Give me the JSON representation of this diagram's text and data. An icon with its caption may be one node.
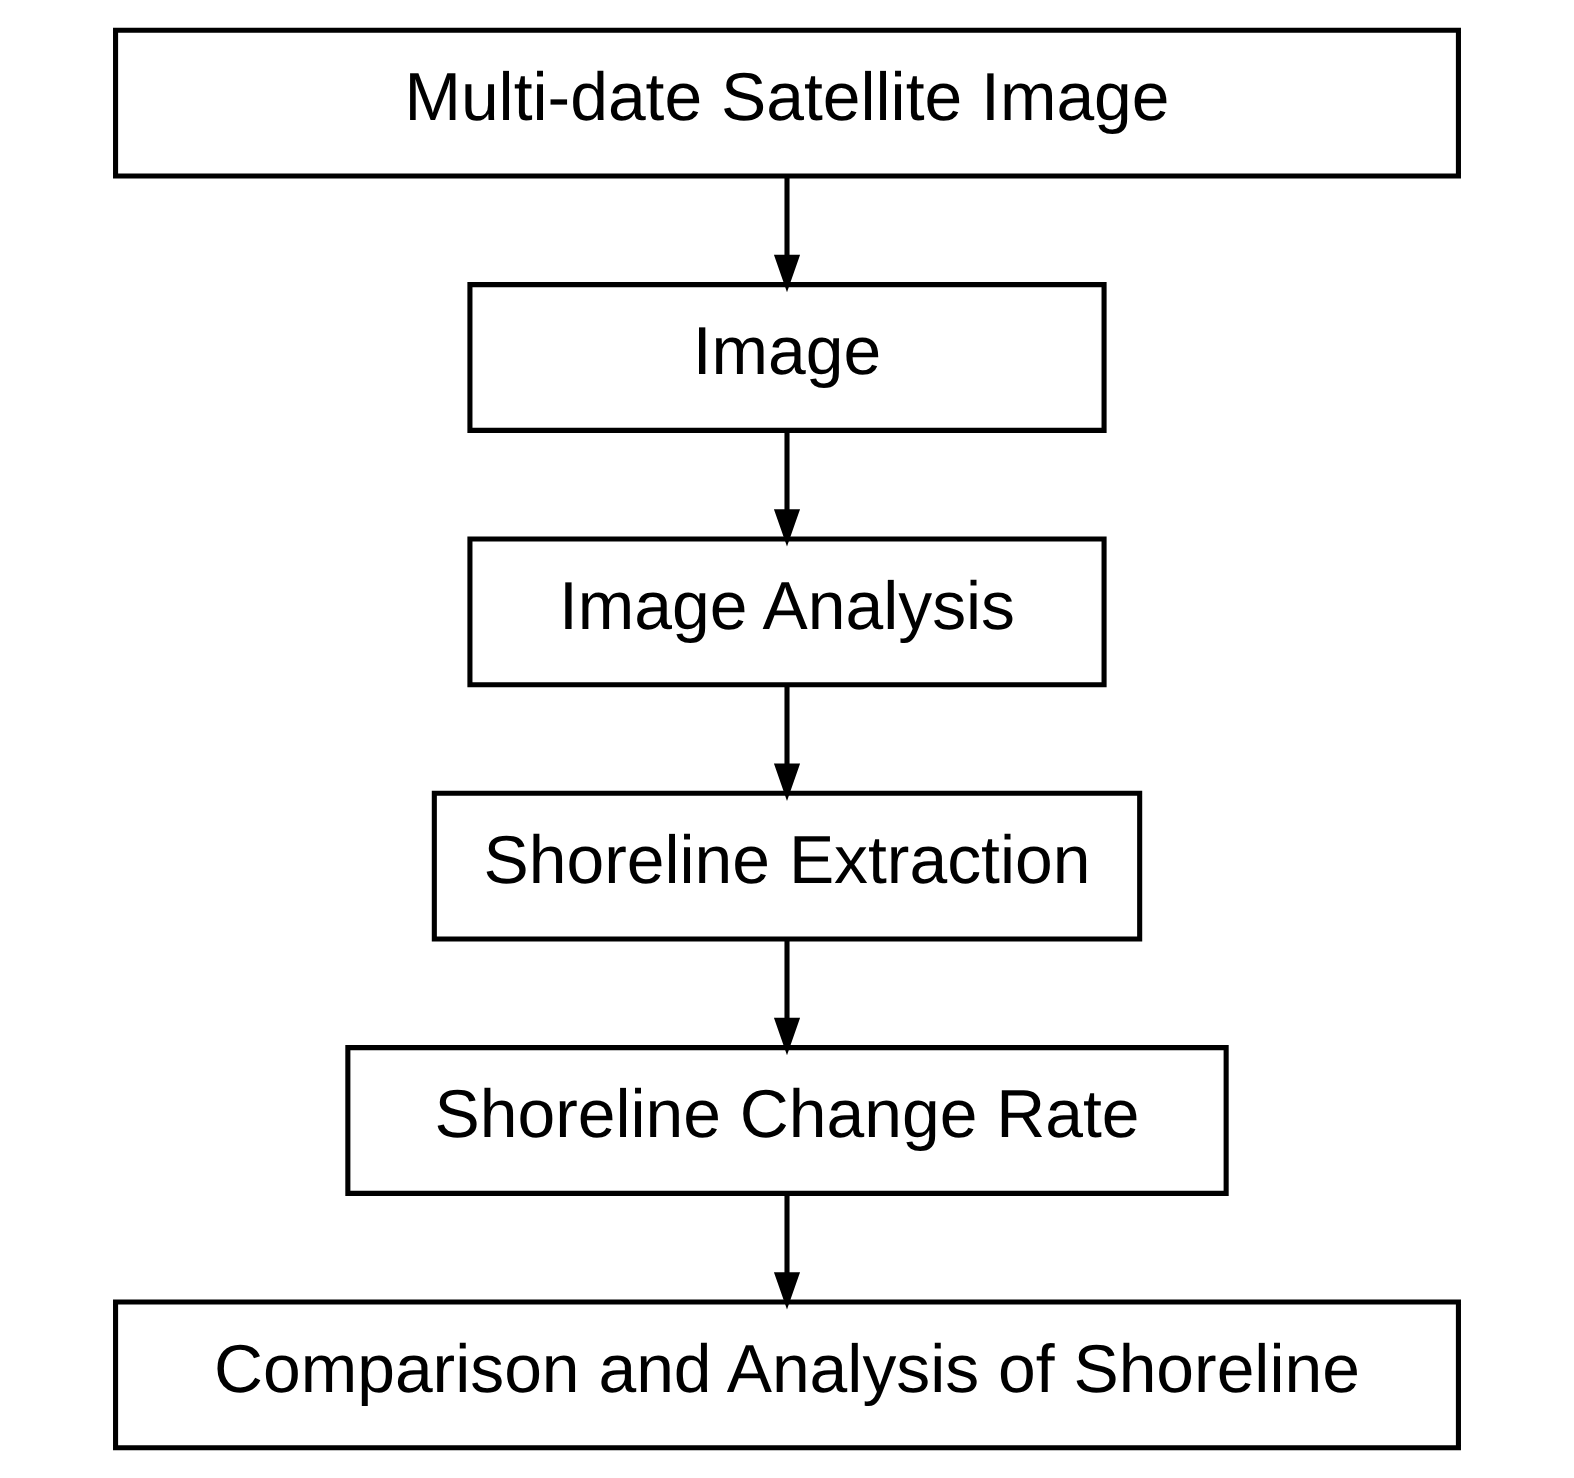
{
  "diagram": {
    "nodes": [
      {
        "text": [
          "Multi-date Satellite Image"
        ]
      },
      {
        "text": [
          "Image"
        ]
      },
      {
        "text": [
          "Image Analysis"
        ]
      },
      {
        "text": [
          "Shoreline Extraction"
        ]
      },
      {
        "text": [
          "Shoreline Change Rate"
        ]
      },
      {
        "text": [
          "Comparison and Analysis of Shoreline"
        ]
      }
    ],
    "edges": [
      {
        "from": 0,
        "to": 1,
        "arrow": "to"
      },
      {
        "from": 1,
        "to": 2,
        "arrow": "to"
      },
      {
        "from": 2,
        "to": 3,
        "arrow": "to"
      },
      {
        "from": 3,
        "to": 4,
        "arrow": "to"
      },
      {
        "from": 4,
        "to": 5,
        "arrow": "to"
      }
    ]
  }
}
